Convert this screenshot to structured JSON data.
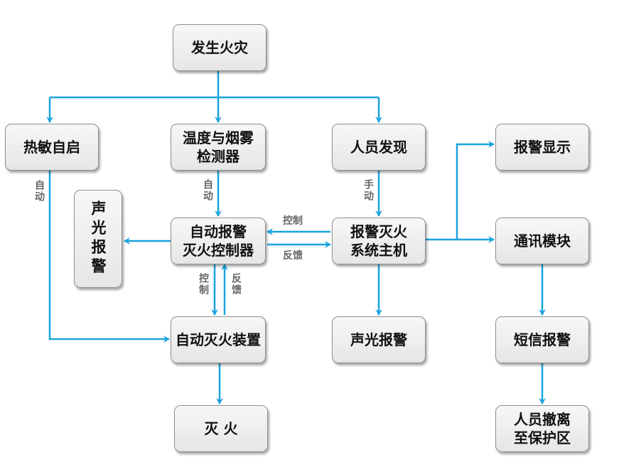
{
  "nodes": {
    "fire": "发生火灾",
    "heat": "热敏自启",
    "detector": [
      "温度与烟雾",
      "检测器"
    ],
    "person": "人员发现",
    "alarm_display": "报警显示",
    "sound_light_left": "声光报警",
    "controller": [
      "自动报警",
      "灭火控制器"
    ],
    "host": [
      "报警灭火",
      "系统主机"
    ],
    "comm": "通讯模块",
    "auto_ext": "自动灭火装置",
    "sound_light_mid": "声光报警",
    "sms": "短信报警",
    "extinguish": "灭 火",
    "evacuate": [
      "人员撤离",
      "至保护区"
    ]
  },
  "labels": {
    "auto_heat": "自动",
    "auto_detector": "自动",
    "manual": "手动",
    "control_top": "控制",
    "feedback_bottom": "反馈",
    "control_down": "控制",
    "feedback_up": "反馈"
  },
  "colors": {
    "arrow": "#1aa3dd",
    "label": "#666666",
    "text": "#111111"
  }
}
